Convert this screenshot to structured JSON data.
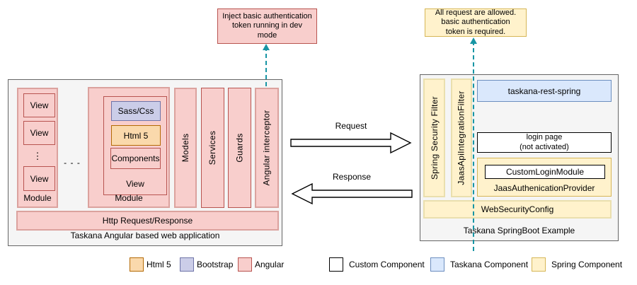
{
  "colors": {
    "container-fill": "#F5F5F5",
    "container-stroke": "#666666",
    "angular-fill": "#F8CECC",
    "angular-stroke": "#B85450",
    "angular-light-stroke": "#DBA29E",
    "html5-fill": "#FAD9AC",
    "html5-stroke": "#B46A04",
    "bootstrap-fill": "#CBCDE8",
    "bootstrap-stroke": "#6F74A8",
    "taskana-fill": "#DAE8FC",
    "taskana-stroke": "#6C8EBF",
    "spring-fill": "#FFF2CC",
    "spring-stroke": "#D6B656",
    "spring-light-stroke": "#EADFAE",
    "custom-fill": "#FFFFFF",
    "custom-stroke": "#000000",
    "teal-arrow": "#1795A4"
  },
  "annotations": {
    "left_note": "Inject basic authentication\ntoken running in dev\nmode",
    "right_note": "All request are allowed.\nbasic authentication\ntoken is required."
  },
  "left_app": {
    "title": "Taskana Angular based web application",
    "module_small": {
      "label": "Module",
      "views": [
        "View",
        "View",
        "View"
      ],
      "dots": "⋮"
    },
    "ellipsis": "- - -",
    "module_large": {
      "label": "Module",
      "view": {
        "label": "View",
        "sass": "Sass/Css",
        "html5": "Html 5",
        "components": "Components"
      }
    },
    "bars": {
      "models": "Models",
      "services": "Services",
      "guards": "Guards",
      "interceptor": "Angular interceptor"
    },
    "http_bar": "Http Request/Response"
  },
  "flow": {
    "request": "Request",
    "response": "Response"
  },
  "right_app": {
    "title": "Taskana SpringBoot Example",
    "filters": {
      "spring_security": "Spring Security Filter",
      "jaas_api": "JaasApiIntegrationFilter"
    },
    "rest": "taskana-rest-spring",
    "login_page": "login page\n(not activated)",
    "provider": {
      "label": "JaasAuthenicationProvider",
      "custom_login": "CustomLoginModule"
    },
    "web_security": "WebSecurityConfig"
  },
  "legend": {
    "html5": "Html 5",
    "bootstrap": "Bootstrap",
    "angular": "Angular",
    "custom": "Custom Component",
    "taskana": "Taskana Component",
    "spring": "Spring Component"
  }
}
